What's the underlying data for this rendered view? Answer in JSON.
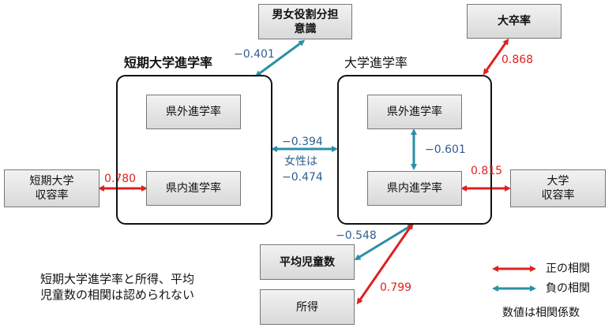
{
  "groups": {
    "junior_college": {
      "title": "短期大学進学率"
    },
    "university": {
      "title": "大学進学率"
    }
  },
  "nodes": {
    "gender_role": "男女役割分担\n意識",
    "univ_grad_rate": "大卒率",
    "jc_out_pref": "県外進学率",
    "jc_in_pref": "県内進学率",
    "u_out_pref": "県外進学率",
    "u_in_pref": "県内進学率",
    "jc_capacity": "短期大学\n収容率",
    "u_capacity": "大学\n収容率",
    "avg_children": "平均児童数",
    "income": "所得"
  },
  "edges": {
    "gender_role_jc": {
      "value": "−0.401",
      "type": "negative"
    },
    "univ_grad_u": {
      "value": "0.868",
      "type": "positive"
    },
    "jc_u_total": {
      "value": "−0.394",
      "type": "negative"
    },
    "jc_u_female_label": "女性は",
    "jc_u_female": {
      "value": "−0.474",
      "type": "negative"
    },
    "u_out_in": {
      "value": "−0.601",
      "type": "negative"
    },
    "jc_capacity_in": {
      "value": "0.780",
      "type": "positive"
    },
    "u_in_capacity": {
      "value": "0.815",
      "type": "positive"
    },
    "u_in_children": {
      "value": "−0.548",
      "type": "negative"
    },
    "u_in_income": {
      "value": "0.799",
      "type": "positive"
    }
  },
  "note": "短期大学進学率と所得、平均\n児童数の相関は認められない",
  "legend": {
    "positive": "正の相関",
    "negative": "負の相関",
    "footnote": "数値は相関係数"
  },
  "colors": {
    "positive": "#e02020",
    "negative": "#2a8fa8"
  }
}
